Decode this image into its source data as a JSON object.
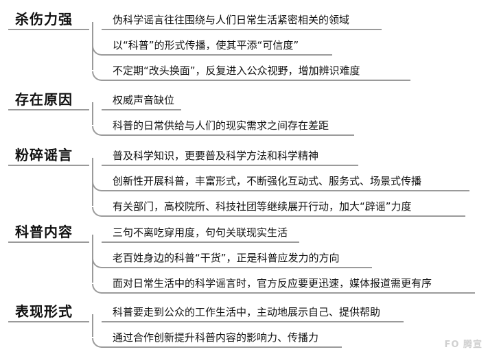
{
  "categories": [
    {
      "label": "杀伤力强",
      "items": [
        "伪科学谣言往往围绕与人们日常生活紧密相关的领域",
        "以“科普”的形式传播，使其平添“可信度”",
        "不定期“改头换面”，反复进入公众视野，增加辨识难度"
      ]
    },
    {
      "label": "存在原因",
      "items": [
        "权威声音缺位",
        "科普的日常供给与人们的现实需求之间存在差距"
      ]
    },
    {
      "label": "粉碎谣言",
      "items": [
        "普及科学知识，更要普及科学方法和科学精神",
        "创新性开展科普，丰富形式，不断强化互动式、服务式、场景式传播",
        "有关部门，高校院所、科技社团等继续展开行动，加大“辟谣”力度"
      ]
    },
    {
      "label": "科普内容",
      "items": [
        "三句不离吃穿用度，句句关联现实生活",
        "老百姓身边的科普“干货”，正是科普应发力的方向",
        "面对日常生活中的科学谣言时，官方反应要更迅速，媒体报道需更有序"
      ]
    },
    {
      "label": "表现形式",
      "items": [
        "科普要走到公众的工作生活中，主动地展示自己、提供帮助",
        "通过合作创新提升科普内容的影响力、传播力"
      ]
    }
  ],
  "watermark": "FO 腾宣"
}
